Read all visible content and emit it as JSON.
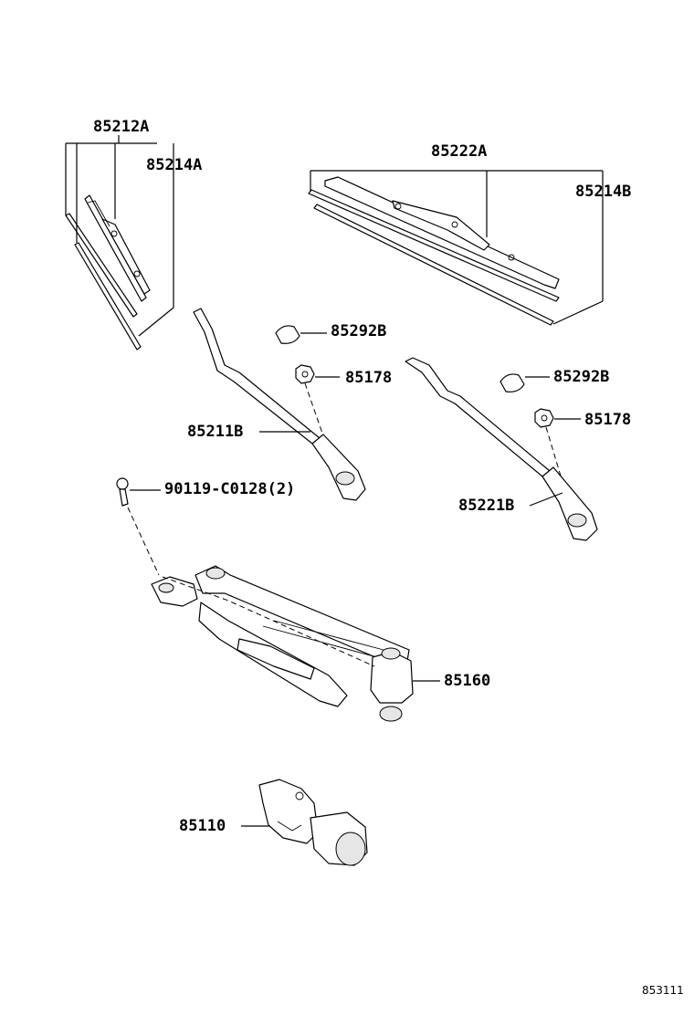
{
  "labels": {
    "blade_assy_driver": "85212A",
    "blade_rubber_driver": "85214A",
    "blade_assy_passenger": "85222A",
    "blade_rubber_passenger": "85214B",
    "cap_driver": "85292B",
    "nut_driver": "85178",
    "arm_driver": "85211B",
    "bolt": "90119-C0128(2)",
    "cap_passenger": "85292B",
    "nut_passenger": "85178",
    "arm_passenger": "85221B",
    "link_assy": "85160",
    "motor": "85110"
  },
  "diagram_id": "853111"
}
